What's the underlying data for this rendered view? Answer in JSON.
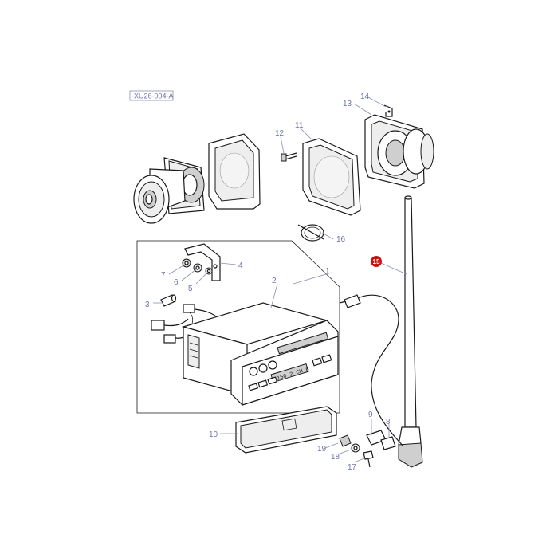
{
  "reference_code": "-XU26-004-A",
  "highlight_color": "#cc1111",
  "callouts": {
    "c1": "1",
    "c2": "2",
    "c3": "3",
    "c4": "4",
    "c5": "5",
    "c6": "6",
    "c7": "7",
    "c8": "8",
    "c9": "9",
    "c10": "10",
    "c11": "11",
    "c12": "12",
    "c13": "13",
    "c14": "14",
    "c15": "15",
    "c16": "16",
    "c17": "17",
    "c18": "18",
    "c19": "19"
  },
  "radio_display": "1150 2 CH 6"
}
